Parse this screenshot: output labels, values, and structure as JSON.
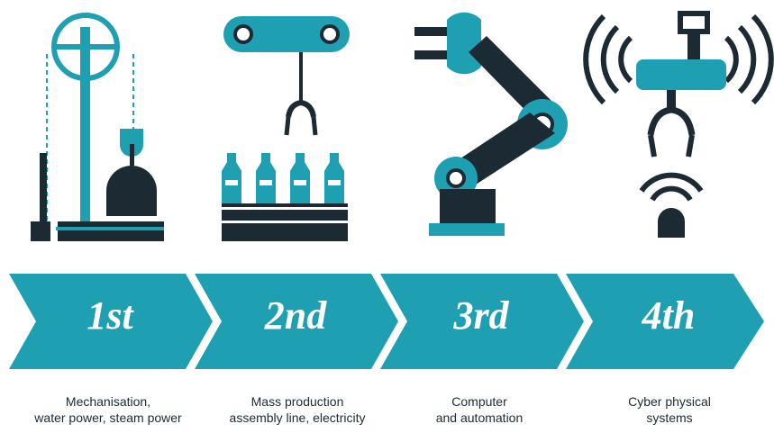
{
  "colors": {
    "teal": "#1f9fb2",
    "dark": "#1b2a33",
    "light": "#d9eef2"
  },
  "stages": [
    {
      "label": "1st",
      "caption_line1": "Mechanisation,",
      "caption_line2": "water power, steam power",
      "icon": "water-wheel-steam-icon"
    },
    {
      "label": "2nd",
      "caption_line1": "Mass production",
      "caption_line2": "assembly line, electricity",
      "icon": "assembly-line-bottles-icon"
    },
    {
      "label": "3rd",
      "caption_line1": "Computer",
      "caption_line2": "and automation",
      "icon": "robot-arm-icon"
    },
    {
      "label": "4th",
      "caption_line1": "Cyber physical",
      "caption_line2": "systems",
      "icon": "wireless-robot-gripper-icon"
    }
  ]
}
